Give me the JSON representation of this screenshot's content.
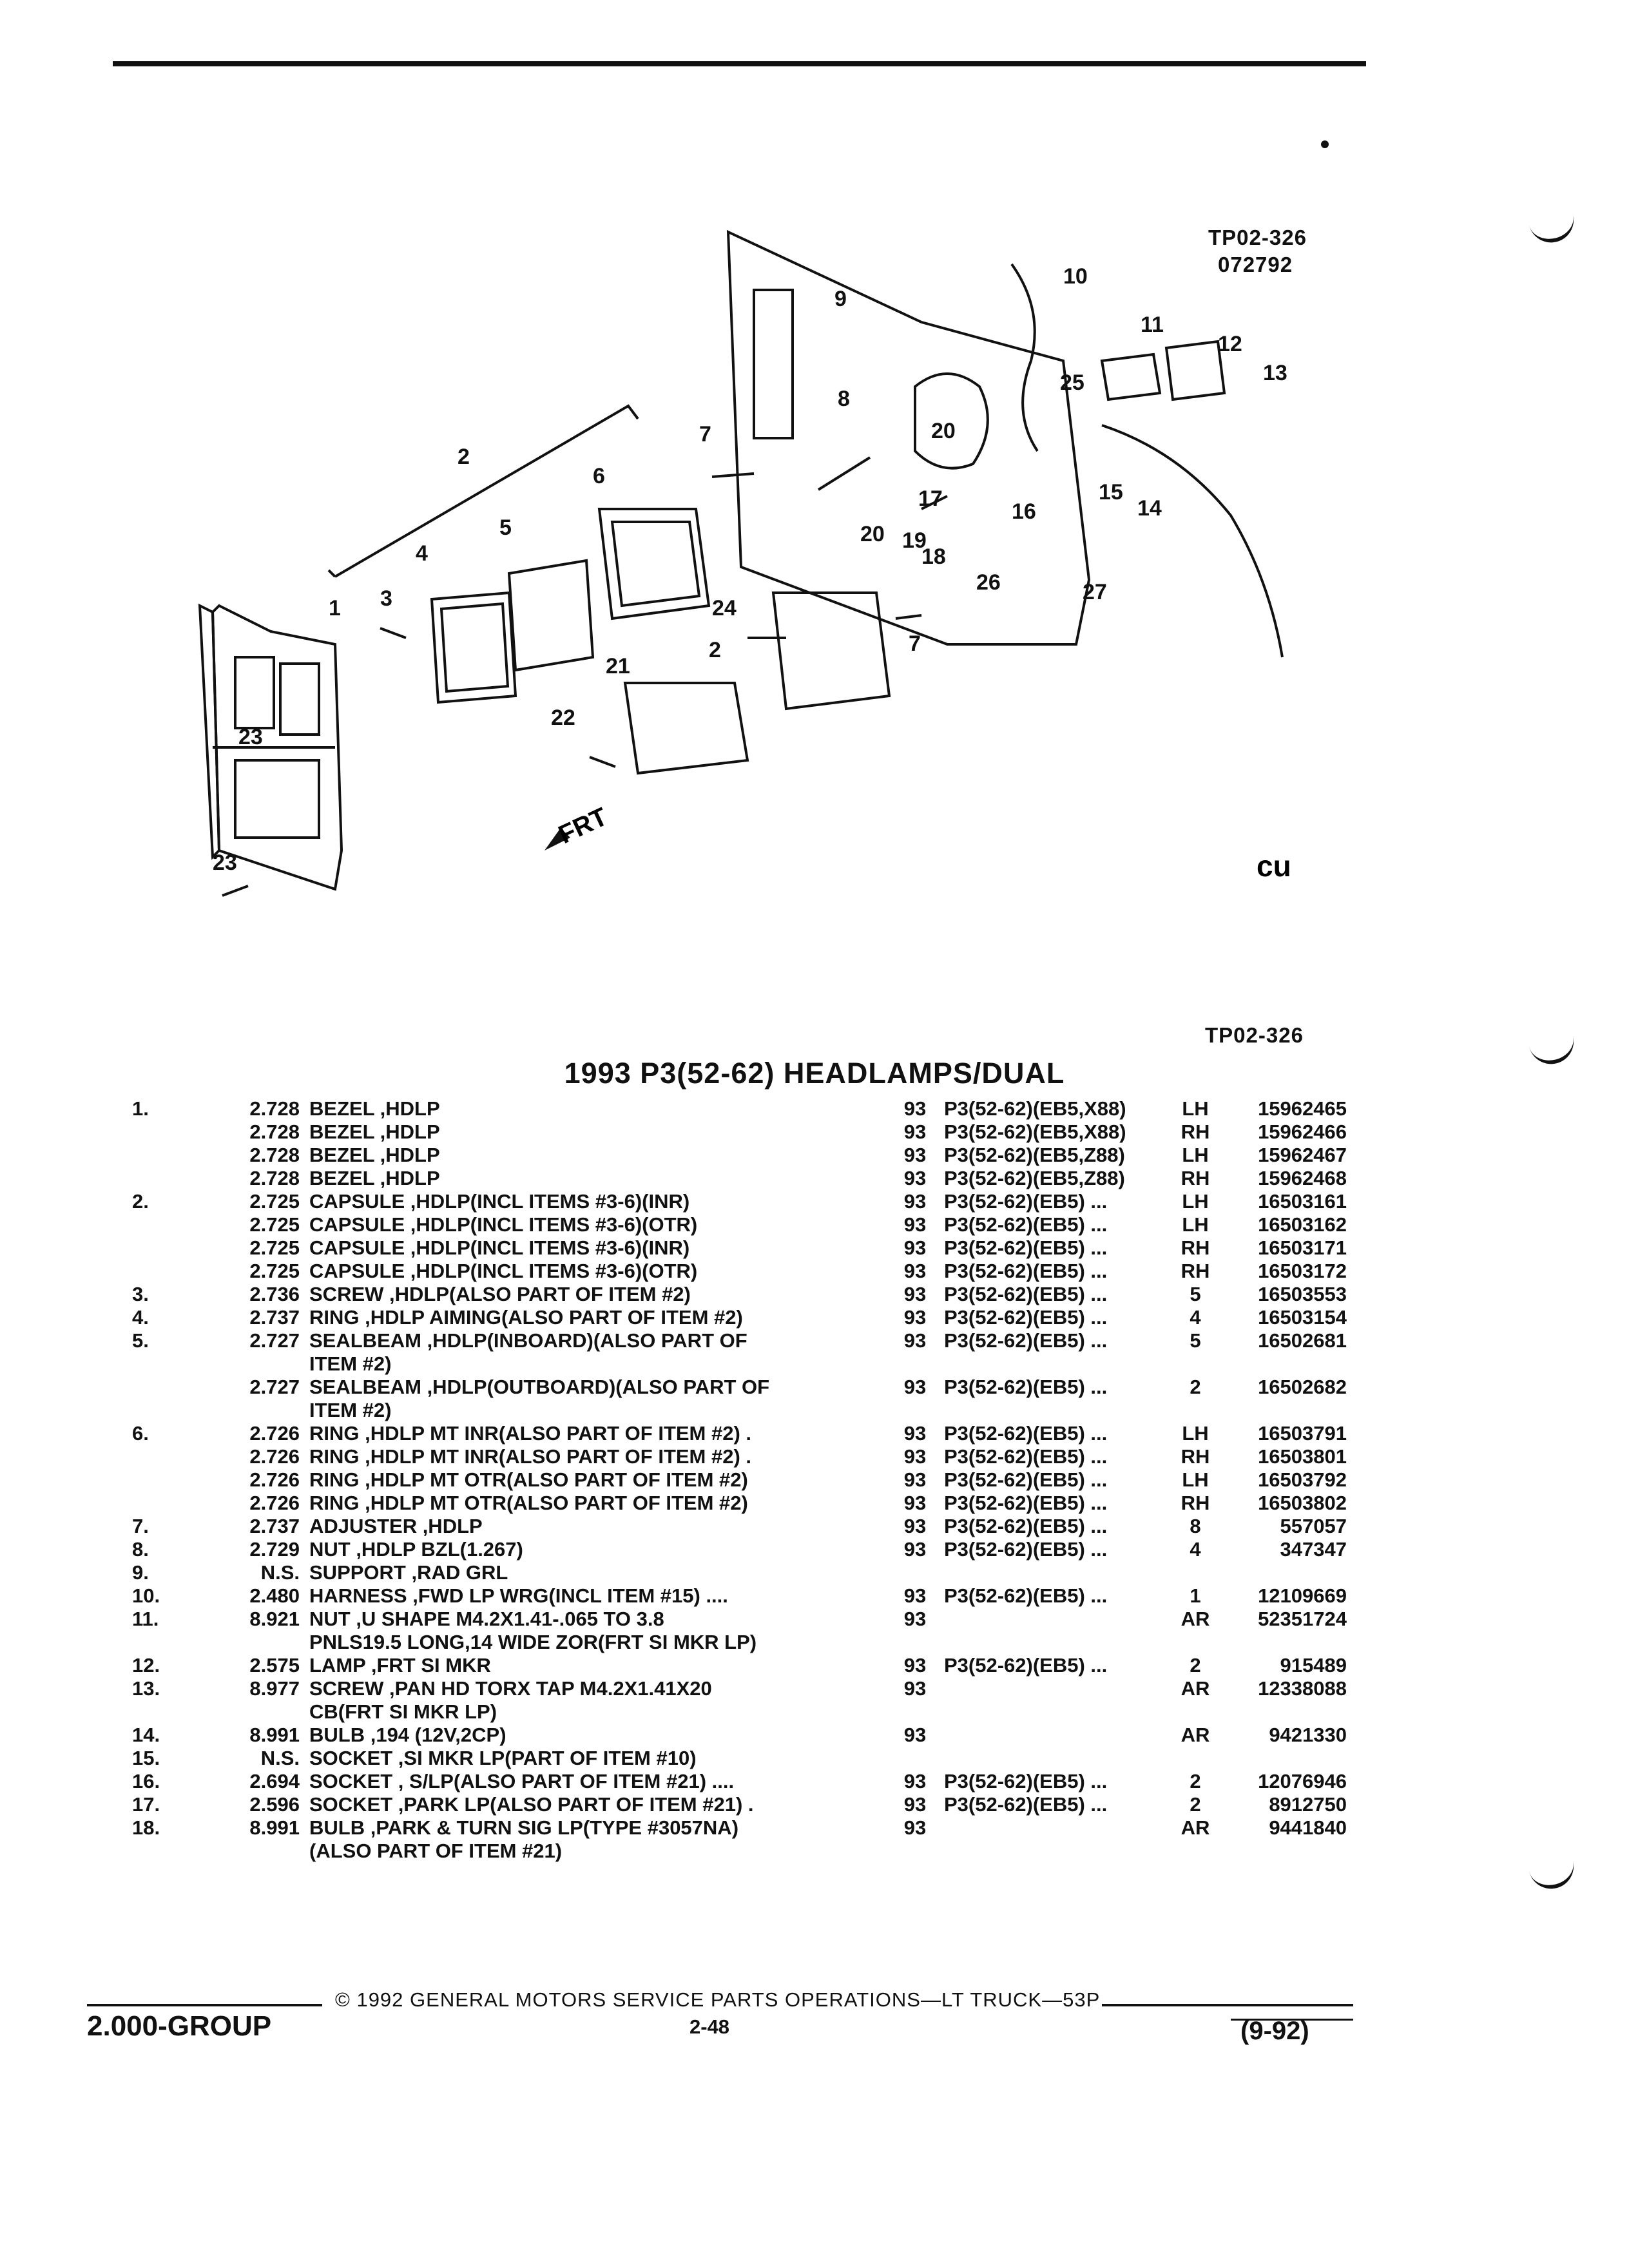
{
  "header": {
    "ref_code": "TP02-326",
    "ref_date": "072792"
  },
  "diagram": {
    "callouts": [
      "1",
      "2",
      "2",
      "3",
      "4",
      "5",
      "6",
      "7",
      "7",
      "8",
      "9",
      "10",
      "11",
      "12",
      "13",
      "14",
      "15",
      "16",
      "17",
      "18",
      "19",
      "20",
      "20",
      "21",
      "22",
      "23",
      "23",
      "24",
      "25",
      "26",
      "27"
    ],
    "direction_label": "FRT"
  },
  "caption_ref": "TP02-326",
  "title": "1993 P3(52-62) HEADLAMPS/DUAL",
  "parts": [
    {
      "num": "1.",
      "grp": "2.728",
      "desc": "BEZEL ,HDLP",
      "yr": "93",
      "mdl": "P3(52-62)(EB5,X88)",
      "qty": "LH",
      "pno": "15962465"
    },
    {
      "num": "",
      "grp": "2.728",
      "desc": "BEZEL ,HDLP",
      "yr": "93",
      "mdl": "P3(52-62)(EB5,X88)",
      "qty": "RH",
      "pno": "15962466"
    },
    {
      "num": "",
      "grp": "2.728",
      "desc": "BEZEL ,HDLP",
      "yr": "93",
      "mdl": "P3(52-62)(EB5,Z88)",
      "qty": "LH",
      "pno": "15962467"
    },
    {
      "num": "",
      "grp": "2.728",
      "desc": "BEZEL ,HDLP",
      "yr": "93",
      "mdl": "P3(52-62)(EB5,Z88)",
      "qty": "RH",
      "pno": "15962468"
    },
    {
      "num": "2.",
      "grp": "2.725",
      "desc": "CAPSULE ,HDLP(INCL ITEMS #3-6)(INR)",
      "yr": "93",
      "mdl": "P3(52-62)(EB5) ...",
      "qty": "LH",
      "pno": "16503161"
    },
    {
      "num": "",
      "grp": "2.725",
      "desc": "CAPSULE ,HDLP(INCL ITEMS #3-6)(OTR)",
      "yr": "93",
      "mdl": "P3(52-62)(EB5) ...",
      "qty": "LH",
      "pno": "16503162"
    },
    {
      "num": "",
      "grp": "2.725",
      "desc": "CAPSULE ,HDLP(INCL ITEMS #3-6)(INR)",
      "yr": "93",
      "mdl": "P3(52-62)(EB5) ...",
      "qty": "RH",
      "pno": "16503171"
    },
    {
      "num": "",
      "grp": "2.725",
      "desc": "CAPSULE ,HDLP(INCL ITEMS #3-6)(OTR)",
      "yr": "93",
      "mdl": "P3(52-62)(EB5) ...",
      "qty": "RH",
      "pno": "16503172"
    },
    {
      "num": "3.",
      "grp": "2.736",
      "desc": "SCREW ,HDLP(ALSO PART OF ITEM #2)",
      "yr": "93",
      "mdl": "P3(52-62)(EB5) ...",
      "qty": "5",
      "pno": "16503553"
    },
    {
      "num": "4.",
      "grp": "2.737",
      "desc": "RING ,HDLP AIMING(ALSO PART OF ITEM #2)",
      "yr": "93",
      "mdl": "P3(52-62)(EB5) ...",
      "qty": "4",
      "pno": "16503154"
    },
    {
      "num": "5.",
      "grp": "2.727",
      "desc": "SEALBEAM ,HDLP(INBOARD)(ALSO PART OF",
      "cont": "ITEM #2)",
      "yr": "93",
      "mdl": "P3(52-62)(EB5) ...",
      "qty": "5",
      "pno": "16502681"
    },
    {
      "num": "",
      "grp": "2.727",
      "desc": "SEALBEAM ,HDLP(OUTBOARD)(ALSO PART OF",
      "cont": "ITEM #2)",
      "yr": "93",
      "mdl": "P3(52-62)(EB5) ...",
      "qty": "2",
      "pno": "16502682"
    },
    {
      "num": "6.",
      "grp": "2.726",
      "desc": "RING ,HDLP MT INR(ALSO PART OF ITEM #2) .",
      "yr": "93",
      "mdl": "P3(52-62)(EB5) ...",
      "qty": "LH",
      "pno": "16503791"
    },
    {
      "num": "",
      "grp": "2.726",
      "desc": "RING ,HDLP MT INR(ALSO PART OF ITEM #2) .",
      "yr": "93",
      "mdl": "P3(52-62)(EB5) ...",
      "qty": "RH",
      "pno": "16503801"
    },
    {
      "num": "",
      "grp": "2.726",
      "desc": "RING ,HDLP MT OTR(ALSO PART OF ITEM #2)",
      "yr": "93",
      "mdl": "P3(52-62)(EB5) ...",
      "qty": "LH",
      "pno": "16503792"
    },
    {
      "num": "",
      "grp": "2.726",
      "desc": "RING ,HDLP MT OTR(ALSO PART OF ITEM #2)",
      "yr": "93",
      "mdl": "P3(52-62)(EB5) ...",
      "qty": "RH",
      "pno": "16503802"
    },
    {
      "num": "7.",
      "grp": "2.737",
      "desc": "ADJUSTER ,HDLP",
      "yr": "93",
      "mdl": "P3(52-62)(EB5) ...",
      "qty": "8",
      "pno": "557057"
    },
    {
      "num": "8.",
      "grp": "2.729",
      "desc": "NUT ,HDLP BZL(1.267)",
      "yr": "93",
      "mdl": "P3(52-62)(EB5) ...",
      "qty": "4",
      "pno": "347347"
    },
    {
      "num": "9.",
      "grp": "N.S.",
      "desc": "SUPPORT ,RAD GRL",
      "yr": "",
      "mdl": "",
      "qty": "",
      "pno": ""
    },
    {
      "num": "10.",
      "grp": "2.480",
      "desc": "HARNESS ,FWD LP WRG(INCL ITEM #15) ....",
      "yr": "93",
      "mdl": "P3(52-62)(EB5) ...",
      "qty": "1",
      "pno": "12109669"
    },
    {
      "num": "11.",
      "grp": "8.921",
      "desc": "NUT ,U SHAPE M4.2X1.41-.065 TO 3.8",
      "cont": "PNLS19.5 LONG,14 WIDE ZOR(FRT SI MKR LP)",
      "yr": "93",
      "mdl": "",
      "qty": "AR",
      "pno": "52351724"
    },
    {
      "num": "12.",
      "grp": "2.575",
      "desc": "LAMP ,FRT SI MKR",
      "yr": "93",
      "mdl": "P3(52-62)(EB5) ...",
      "qty": "2",
      "pno": "915489"
    },
    {
      "num": "13.",
      "grp": "8.977",
      "desc": "SCREW ,PAN HD TORX TAP M4.2X1.41X20",
      "cont": "CB(FRT SI MKR LP)",
      "yr": "93",
      "mdl": "",
      "qty": "AR",
      "pno": "12338088"
    },
    {
      "num": "14.",
      "grp": "8.991",
      "desc": "BULB ,194 (12V,2CP)",
      "yr": "93",
      "mdl": "",
      "qty": "AR",
      "pno": "9421330"
    },
    {
      "num": "15.",
      "grp": "N.S.",
      "desc": "SOCKET ,SI MKR LP(PART OF ITEM #10)",
      "yr": "",
      "mdl": "",
      "qty": "",
      "pno": ""
    },
    {
      "num": "16.",
      "grp": "2.694",
      "desc": "SOCKET , S/LP(ALSO PART OF ITEM #21) ....",
      "yr": "93",
      "mdl": "P3(52-62)(EB5) ...",
      "qty": "2",
      "pno": "12076946"
    },
    {
      "num": "17.",
      "grp": "2.596",
      "desc": "SOCKET ,PARK LP(ALSO PART OF ITEM #21) .",
      "yr": "93",
      "mdl": "P3(52-62)(EB5) ...",
      "qty": "2",
      "pno": "8912750"
    },
    {
      "num": "18.",
      "grp": "8.991",
      "desc": "BULB ,PARK & TURN SIG LP(TYPE #3057NA)",
      "cont": "(ALSO PART OF ITEM #21)",
      "yr": "93",
      "mdl": "",
      "qty": "AR",
      "pno": "9441840"
    }
  ],
  "footer": {
    "copyright": "© 1992 GENERAL MOTORS SERVICE PARTS OPERATIONS—LT TRUCK—53P",
    "page": "2-48",
    "group": "2.000-GROUP",
    "revision": "(9-92)"
  }
}
